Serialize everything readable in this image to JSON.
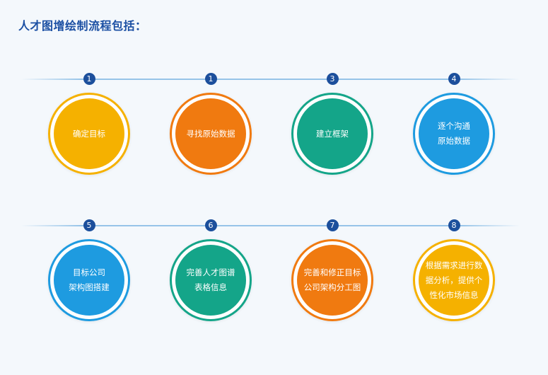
{
  "title": "人才图增绘制流程包括：",
  "colors": {
    "yellow": "#f5b100",
    "orange": "#f07a10",
    "green": "#14a589",
    "blue": "#1e9be0",
    "badge": "#1c4f9c",
    "title": "#1b4fa3"
  },
  "steps": [
    {
      "badge": "1",
      "label": "确定目标",
      "color": "yellow"
    },
    {
      "badge": "1",
      "label": "寻找原始数据",
      "color": "orange"
    },
    {
      "badge": "3",
      "label": "建立框架",
      "color": "green"
    },
    {
      "badge": "4",
      "label": "逐个沟通\n原始数据",
      "color": "blue"
    },
    {
      "badge": "5",
      "label": "目标公司\n架构图搭建",
      "color": "blue"
    },
    {
      "badge": "6",
      "label": "完善人才图谱\n表格信息",
      "color": "green"
    },
    {
      "badge": "7",
      "label": "完善和修正目标\n公司架构分工图",
      "color": "orange"
    },
    {
      "badge": "8",
      "label": "根据需求进行数\n据分析，提供个\n性化市场信息",
      "color": "yellow"
    }
  ]
}
